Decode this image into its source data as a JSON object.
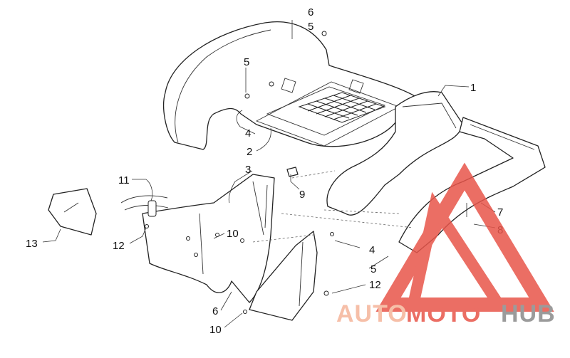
{
  "callouts": [
    "1",
    "2",
    "3",
    "4",
    "4",
    "5",
    "5",
    "5",
    "6",
    "6",
    "7",
    "8",
    "9",
    "10",
    "10",
    "11",
    "12",
    "12",
    "13"
  ],
  "watermark": {
    "part1": "AUTO",
    "part2": "MOTO",
    "part3": "HUB",
    "color_light": "#f5b49a",
    "color_red": "#e8554a",
    "color_gray": "#8a8a8a"
  }
}
